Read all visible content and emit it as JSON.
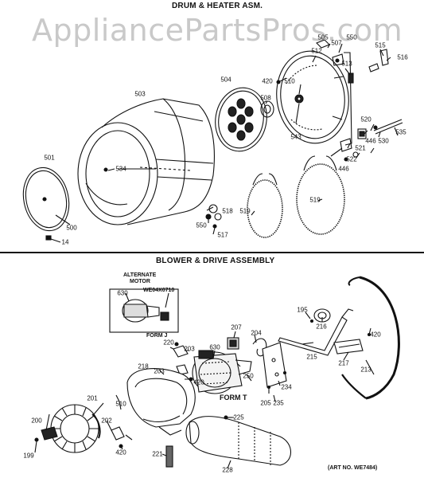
{
  "titles": {
    "drum": "DRUM & HEATER ASM.",
    "blower": "BLOWER & DRIVE ASSEMBLY"
  },
  "watermark": "AppliancePartsPros.com",
  "alternate_motor": {
    "line1": "ALTERNATE",
    "line2": "MOTOR",
    "part_no": "WE04X0710"
  },
  "form_j": "FORM J",
  "form_t": "FORM T",
  "art_no": "(ART NO. WE7484)",
  "labels": {
    "p505": "505",
    "p507": "507",
    "p550a": "550",
    "p512": "512",
    "p515": "515",
    "p516": "516",
    "p513": "513",
    "p504": "504",
    "p420a": "420",
    "p510": "510",
    "p503": "503",
    "p508": "508",
    "p543": "543",
    "p520": "520",
    "p446a": "446",
    "p530": "530",
    "p535": "535",
    "p521": "521",
    "p522": "522",
    "p446b": "446",
    "p534": "534",
    "p501": "501",
    "p518": "518",
    "p519a": "519",
    "p519b": "519",
    "p550b": "550",
    "p517": "517",
    "p500": "500",
    "p14": "14",
    "p630a": "630",
    "p195": "195",
    "p216": "216",
    "p420b": "420",
    "p207": "207",
    "p204": "204",
    "p220": "220",
    "p203a": "203",
    "p630b": "630",
    "p215": "215",
    "p217": "217",
    "p213": "213",
    "p218": "218",
    "p203b": "203",
    "p420c": "420",
    "p250": "250",
    "p234": "234",
    "p201": "201",
    "p510b": "510",
    "p205": "205",
    "p235": "235",
    "p200": "200",
    "p202": "202",
    "p225": "225",
    "p199": "199",
    "p420d": "420",
    "p221": "221",
    "p228": "228"
  }
}
